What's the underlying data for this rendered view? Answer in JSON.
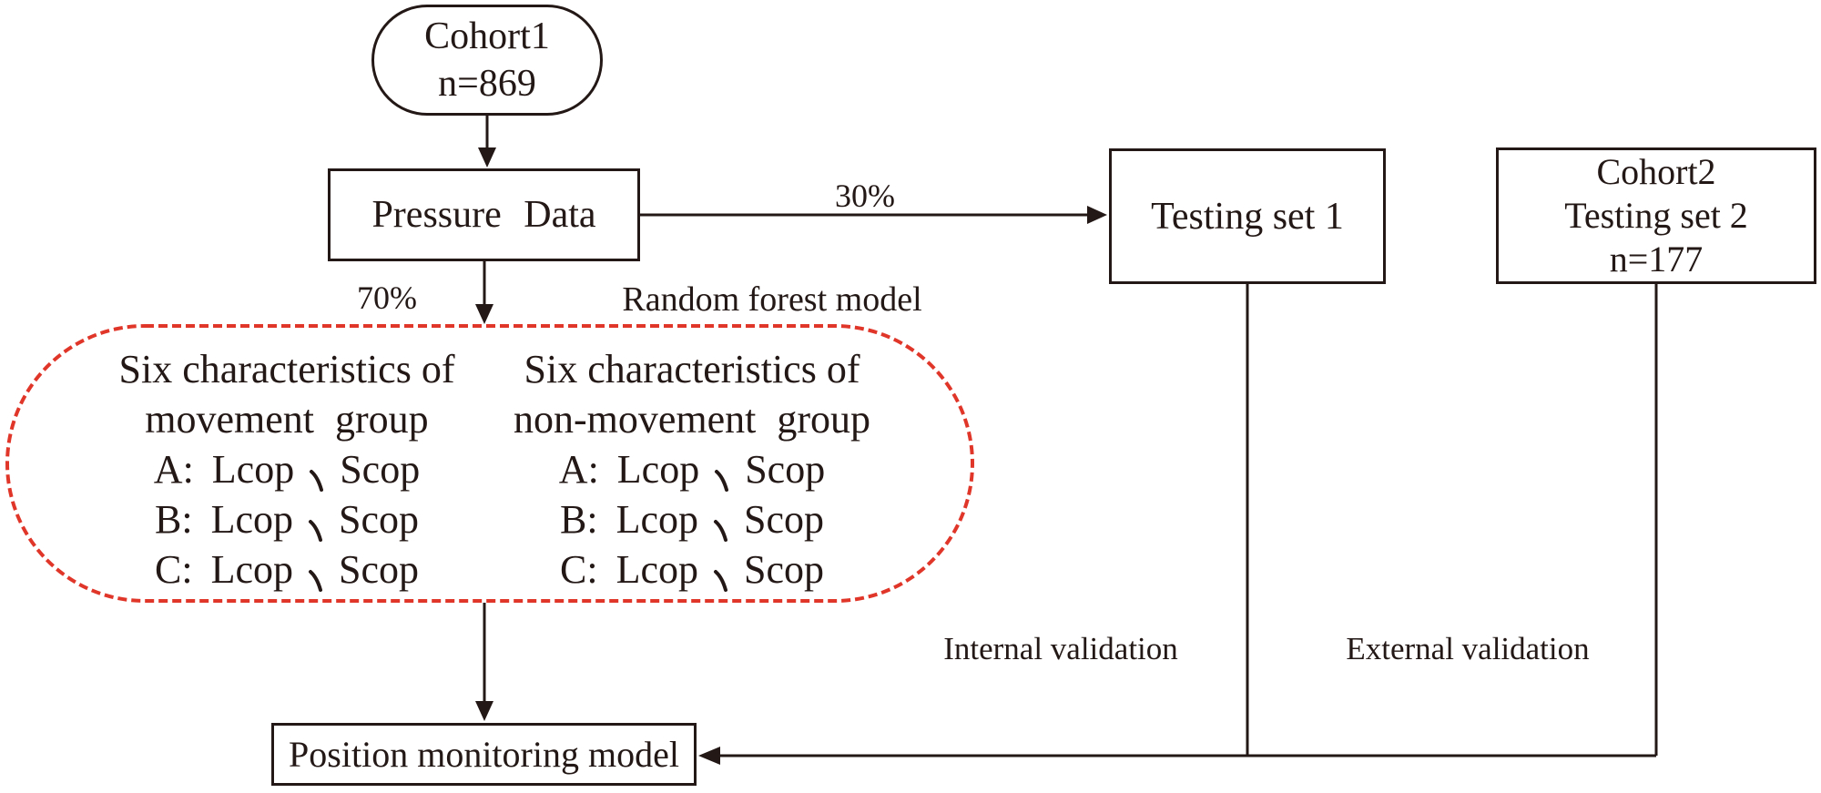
{
  "diagram": {
    "nodes": {
      "cohort1": {
        "shape": "stadium",
        "lines": [
          "Cohort1",
          "n=869"
        ]
      },
      "pressure_data": {
        "shape": "rect",
        "label": "Pressure Data"
      },
      "testing_set_1": {
        "shape": "rect",
        "label": "Testing set 1"
      },
      "cohort2": {
        "shape": "rect",
        "lines": [
          "Cohort2",
          "Testing set 2",
          "n=177"
        ]
      },
      "position_model": {
        "shape": "rect",
        "label": "Position monitoring model"
      }
    },
    "edge_labels": {
      "split_30": "30%",
      "split_70": "70%",
      "random_forest": "Random forest model",
      "internal_validation": "Internal validation",
      "external_validation": "External validation"
    },
    "red_region": {
      "columns": [
        {
          "header_line1": "Six characteristics of",
          "header_line2": "movement group",
          "rows": [
            {
              "prefix": "A:",
              "first": "Lcop",
              "separator": "、",
              "second": "Scop"
            },
            {
              "prefix": "B:",
              "first": "Lcop",
              "separator": "、",
              "second": "Scop"
            },
            {
              "prefix": "C:",
              "first": "Lcop",
              "separator": "、",
              "second": "Scop"
            }
          ]
        },
        {
          "header_line1": "Six characteristics of",
          "header_line2": "non-movement group",
          "rows": [
            {
              "prefix": "A:",
              "first": "Lcop",
              "separator": "、",
              "second": "Scop"
            },
            {
              "prefix": "B:",
              "first": "Lcop",
              "separator": "、",
              "second": "Scop"
            },
            {
              "prefix": "C:",
              "first": "Lcop",
              "separator": "、",
              "second": "Scop"
            }
          ]
        }
      ]
    },
    "colors": {
      "line": "#231815",
      "red_dashed_border": "#e0362a",
      "background": "#ffffff"
    }
  }
}
